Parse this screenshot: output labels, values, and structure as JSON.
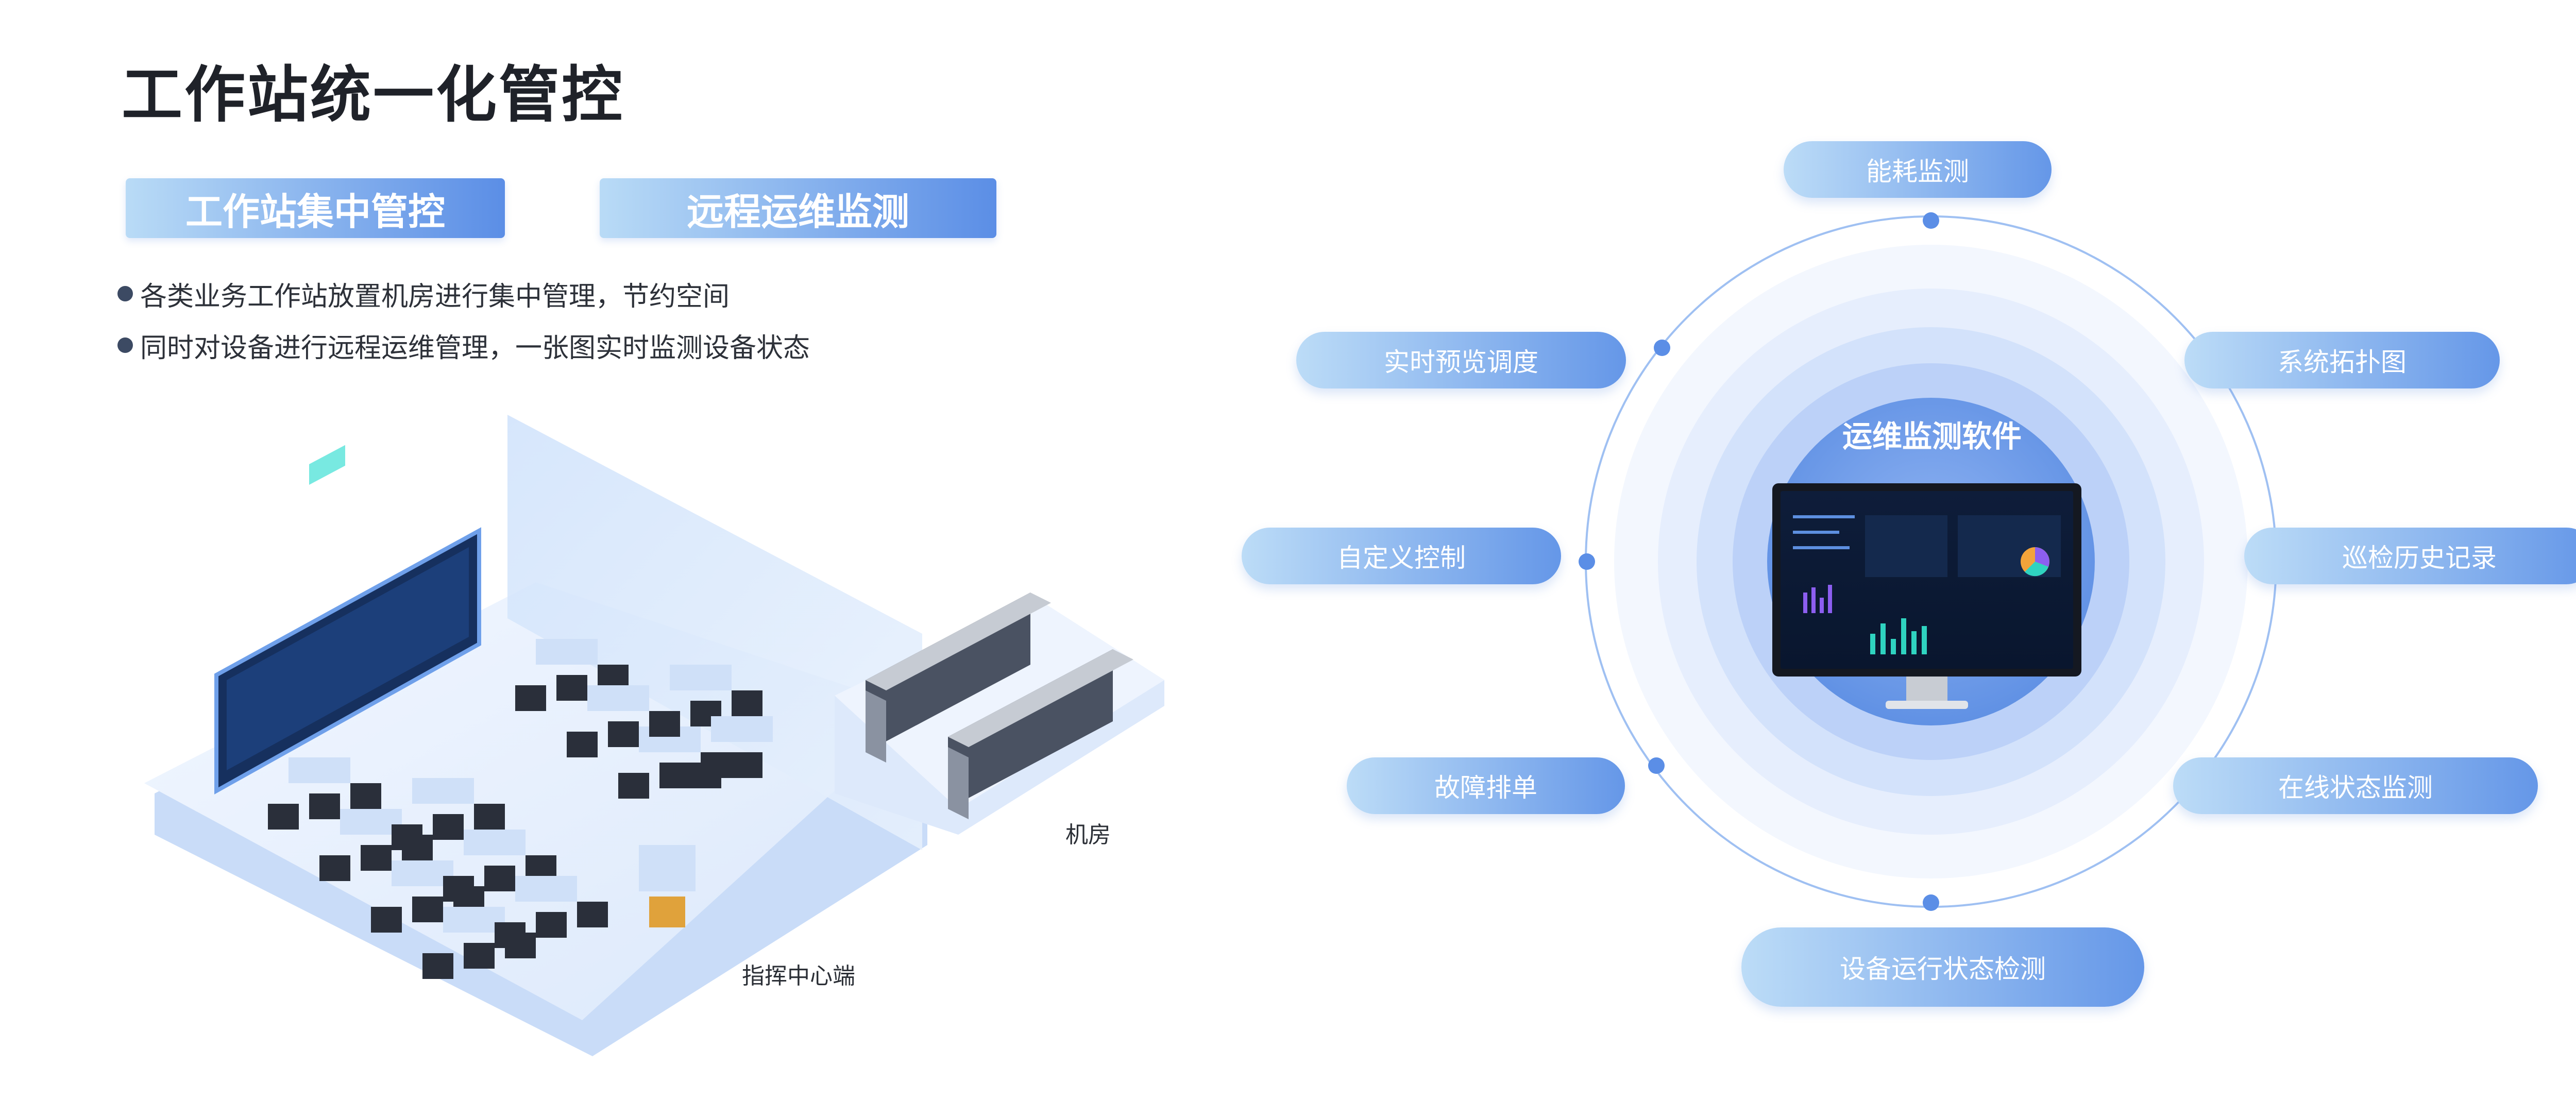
{
  "title": "工作站统一化管控",
  "tags": [
    "工作站集中管控",
    "远程运维监测"
  ],
  "bullets": [
    "各类业务工作站放置机房进行集中管理，节约空间",
    "同时对设备进行远程运维管理，一张图实时监测设备状态"
  ],
  "scene_labels": {
    "machine_room": "机房",
    "command_center": "指挥中心端"
  },
  "center": {
    "title": "运维监测软件"
  },
  "functions": [
    "能耗监测",
    "系统拓扑图",
    "巡检历史记录",
    "在线状态监测",
    "设备运行状态检测",
    "故障排单",
    "自定义控制",
    "实时预览调度"
  ],
  "colors": {
    "accent": "#5b8ee6",
    "light": "#bcdcf7",
    "dark_text": "#1f2229"
  }
}
